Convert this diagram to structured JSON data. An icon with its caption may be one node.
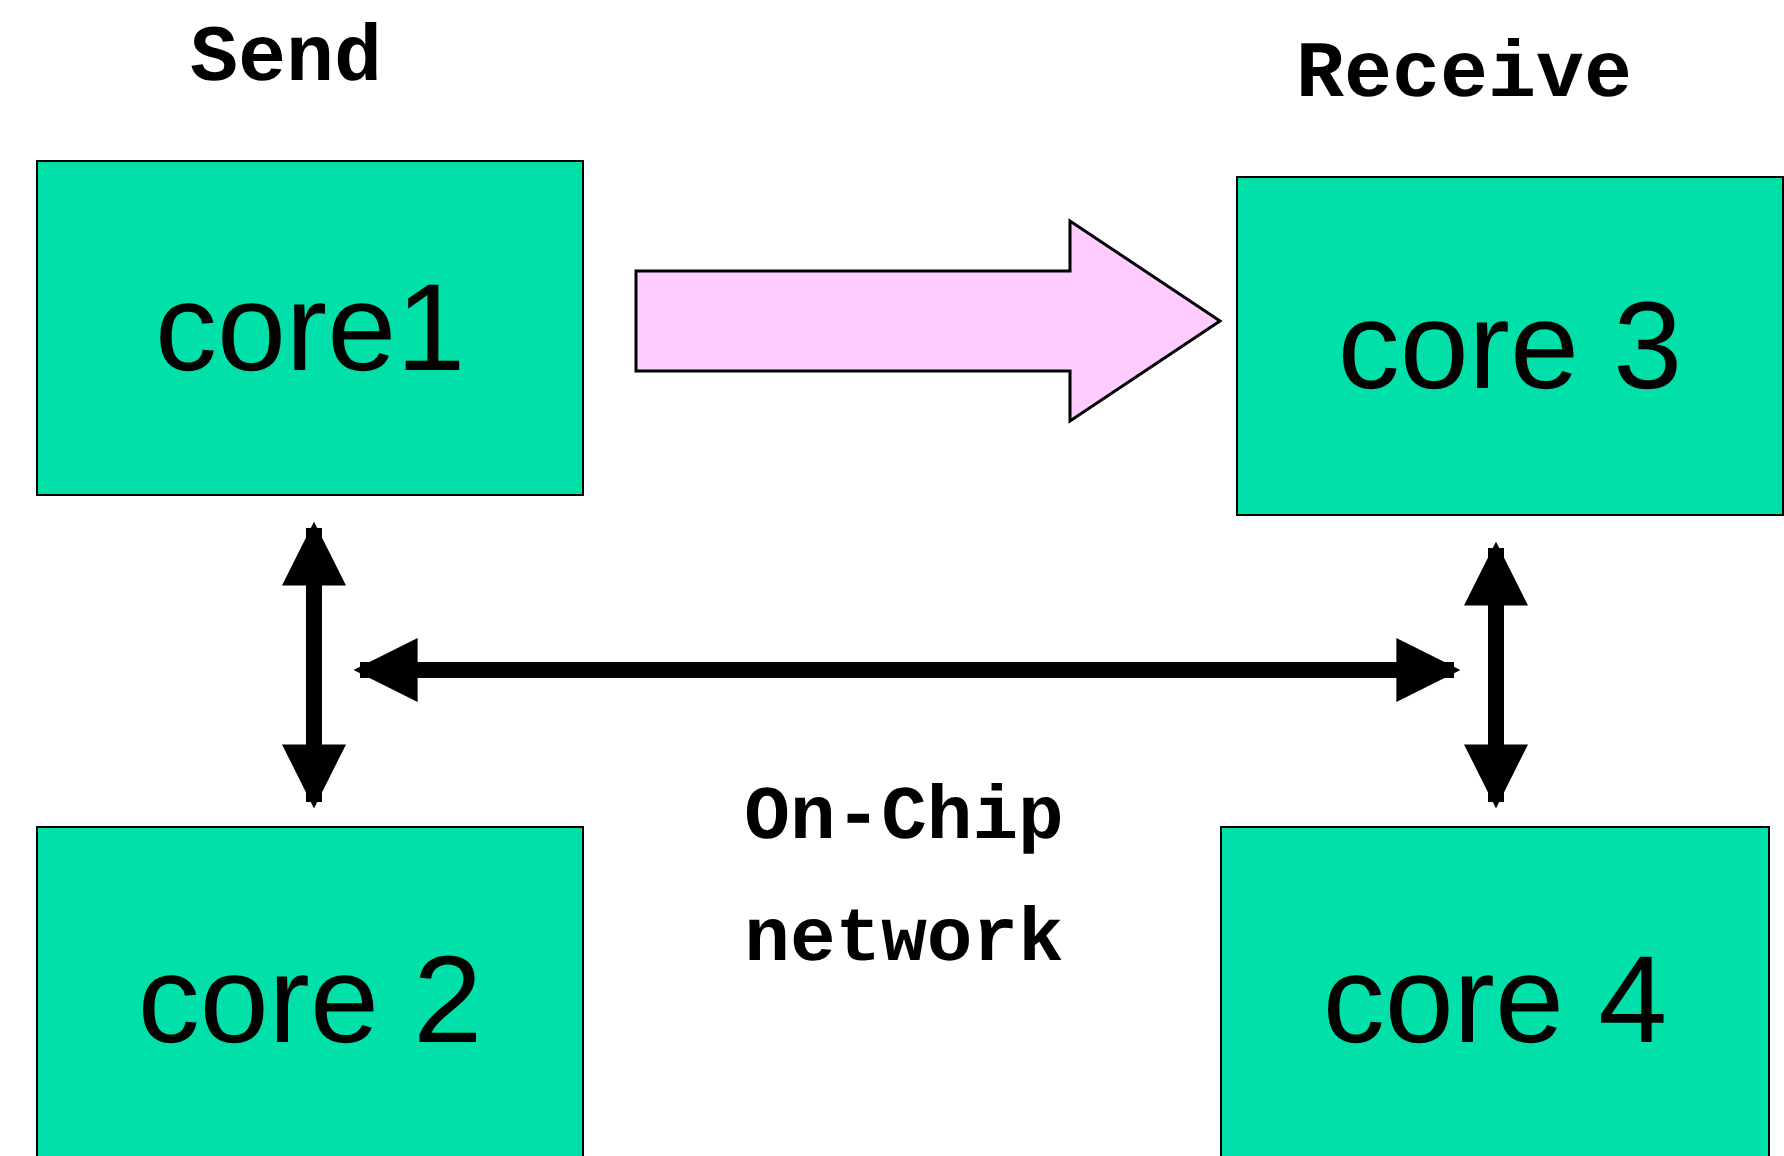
{
  "diagram": {
    "nodes": [
      {
        "text": [
          "core1"
        ],
        "beside": [
          "Send"
        ]
      },
      {
        "text": [
          "core 3"
        ],
        "beside": [
          "Receive"
        ]
      },
      {
        "text": [
          "core 2"
        ]
      },
      {
        "text": [
          "core 4"
        ]
      }
    ],
    "edges": [
      {
        "from": 0,
        "to": 1,
        "arrow": "to",
        "style": "thick",
        "color": "#ffccff"
      },
      {
        "from": 0,
        "to": 2,
        "arrow": "both"
      },
      {
        "from": 1,
        "to": 3,
        "arrow": "both"
      }
    ],
    "labels": [
      "On-Chip network"
    ]
  }
}
